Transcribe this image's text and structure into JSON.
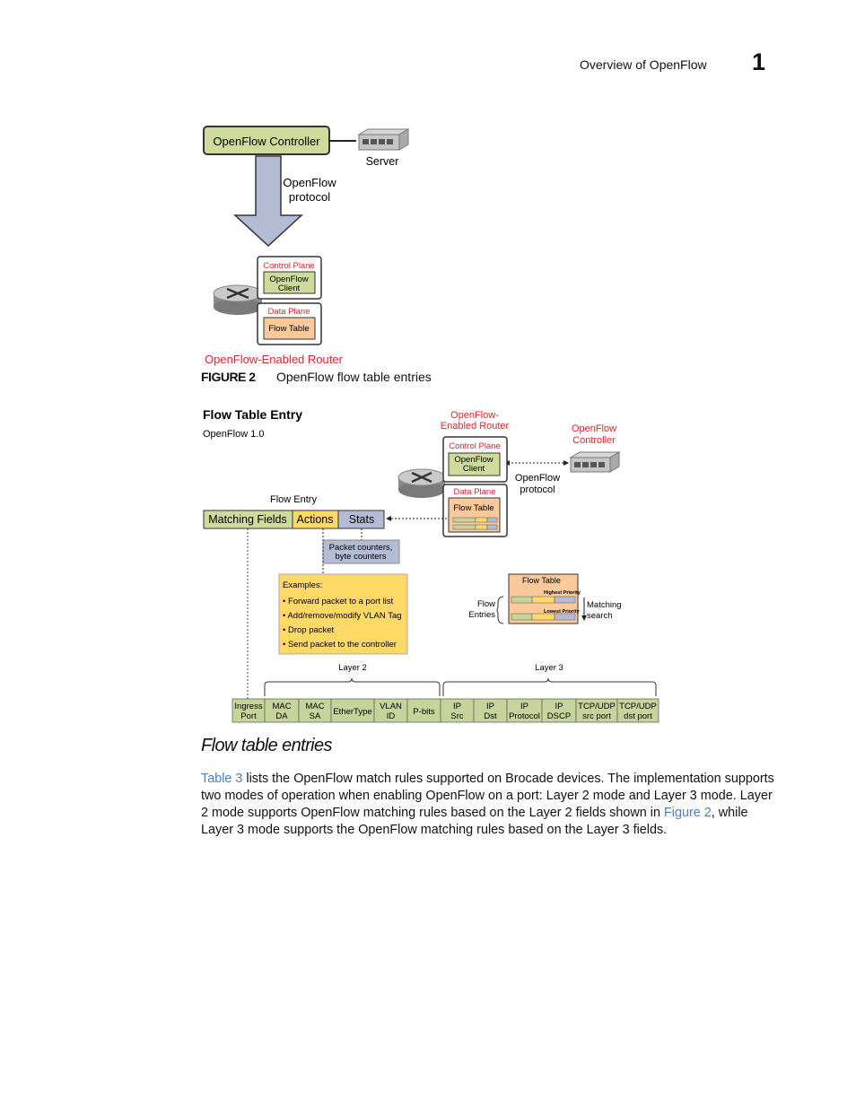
{
  "header": {
    "title": "Overview of OpenFlow",
    "chapter_number": "1"
  },
  "diagram1": {
    "controller_label": "OpenFlow Controller",
    "server_label": "Server",
    "protocol_line1": "OpenFlow",
    "protocol_line2": "protocol",
    "control_plane_label": "Control Plane",
    "client_line1": "OpenFlow",
    "client_line2": "Client",
    "data_plane_label": "Data Plane",
    "flow_table_label": "Flow Table",
    "router_label": "OpenFlow-Enabled Router"
  },
  "figure": {
    "label": "FIGURE 2",
    "caption": "OpenFlow flow table entries"
  },
  "diagram2": {
    "title": "Flow Table Entry",
    "version": "OpenFlow 1.0",
    "router_label_line1": "OpenFlow-",
    "router_label_line2": "Enabled Router",
    "controller_label_line1": "OpenFlow",
    "controller_label_line2": "Controller",
    "control_plane_label": "Control Plane",
    "client_line1": "OpenFlow",
    "client_line2": "Client",
    "protocol_line1": "OpenFlow",
    "protocol_line2": "protocol",
    "data_plane_label": "Data Plane",
    "flow_table_label": "Flow Table",
    "flow_entry_label": "Flow Entry",
    "matching_fields": "Matching Fields",
    "actions": "Actions",
    "stats": "Stats",
    "counters_line1": "Packet counters,",
    "counters_line2": "byte counters",
    "examples_title": "Examples:",
    "examples": [
      "• Forward packet to a port list",
      "• Add/remove/modify VLAN Tag",
      "• Drop packet",
      "• Send packet to the controller"
    ],
    "ft_legend_title": "Flow Table",
    "highest_priority": "Highest Priority",
    "lowest_priority": "Lowest Priority",
    "flow_entries_line1": "Flow",
    "flow_entries_line2": "Entries",
    "matching_line1": "Matching",
    "matching_line2": "search",
    "layer2_label": "Layer 2",
    "layer3_label": "Layer 3",
    "fields": [
      {
        "line1": "Ingress",
        "line2": "Port"
      },
      {
        "line1": "MAC",
        "line2": "DA"
      },
      {
        "line1": "MAC",
        "line2": "SA"
      },
      {
        "line1": "EtherType",
        "line2": ""
      },
      {
        "line1": "VLAN",
        "line2": "ID"
      },
      {
        "line1": "P-bits",
        "line2": ""
      },
      {
        "line1": "IP",
        "line2": "Src"
      },
      {
        "line1": "IP",
        "line2": "Dst"
      },
      {
        "line1": "IP",
        "line2": "Protocol"
      },
      {
        "line1": "IP",
        "line2": "DSCP"
      },
      {
        "line1": "TCP/UDP",
        "line2": "src port"
      },
      {
        "line1": "TCP/UDP",
        "line2": "dst port"
      }
    ]
  },
  "section": {
    "title": "Flow table entries"
  },
  "paragraph": {
    "link1": "Table 3",
    "text1": " lists the OpenFlow match rules supported on Brocade devices. The implementation supports two modes of operation when enabling OpenFlow on a port: Layer 2 mode and Layer 3 mode. Layer 2 mode supports OpenFlow matching rules based on the Layer 2 fields shown in ",
    "link2": "Figure 2",
    "text2": ", while Layer 3 mode supports the OpenFlow matching rules based on the Layer 3 fields."
  },
  "colors": {
    "green_box": "#cfdb9a",
    "yellow_box": "#ffd966",
    "blue_box": "#b3bcd4",
    "orange_box": "#fbc99a",
    "red_text": "#e0262b",
    "field_green": "#c5d49a"
  }
}
